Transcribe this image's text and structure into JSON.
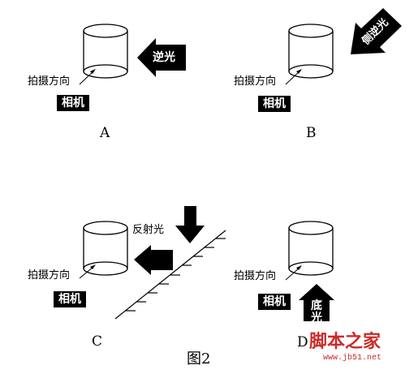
{
  "panels": [
    {
      "letter": "A",
      "direction_label": "拍摄方向",
      "camera_label": "相机",
      "light_label": "逆光"
    },
    {
      "letter": "B",
      "direction_label": "拍摄方向",
      "camera_label": "相机",
      "light_label": "侧逆光"
    },
    {
      "letter": "C",
      "direction_label": "拍摄方向",
      "camera_label": "相机",
      "light_label": "反射光"
    },
    {
      "letter": "D",
      "direction_label": "拍摄方向",
      "camera_label": "相机",
      "light_label": "底光"
    }
  ],
  "figure_caption": "图2",
  "watermark": {
    "text": "脚本之家",
    "url": "www.jb51.net"
  },
  "colors": {
    "arrow": "#000000",
    "label_bg": "#000000",
    "label_fg": "#ffffff",
    "watermark": "#cc2a2a"
  }
}
